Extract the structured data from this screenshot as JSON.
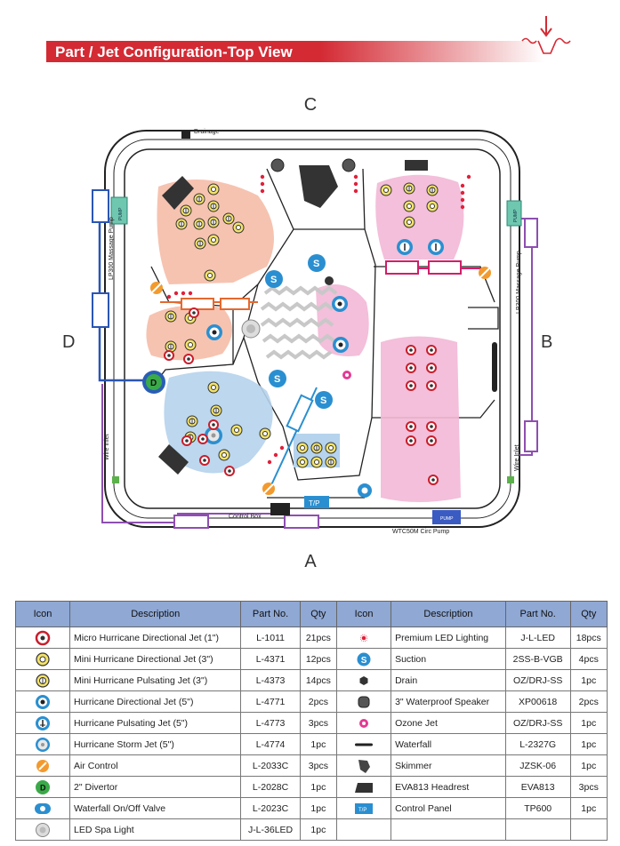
{
  "header": {
    "title": "Part / Jet Configuration-Top View"
  },
  "diagram": {
    "side_a": "A",
    "side_b": "B",
    "side_c": "C",
    "side_d": "D",
    "drainage": "Drainage",
    "lp300_left": "LP300 Massage Pump",
    "lp300_right": "LP300 Massage Pump",
    "pump_label": "PUMP",
    "wire_inlet_left": "Wire Inlet",
    "wire_inlet_right": "Wire Inlet",
    "control_box": "Control Box",
    "circ_pump": "WTC50M Circ Pump",
    "tp_label": "T/P",
    "suction_letter": "S",
    "divertor_letter": "D"
  },
  "table": {
    "headers": [
      "Icon",
      "Description",
      "Part No.",
      "Qty",
      "Icon",
      "Description",
      "Part No.",
      "Qty"
    ],
    "left_rows": [
      {
        "icon": "micro-hurricane-jet-icon",
        "description": "Micro Hurricane Directional Jet (1\")",
        "part": "L-1011",
        "qty": "21pcs"
      },
      {
        "icon": "mini-directional-jet-icon",
        "description": "Mini Hurricane Directional Jet (3\")",
        "part": "L-4371",
        "qty": "12pcs"
      },
      {
        "icon": "mini-pulsating-jet-icon",
        "description": "Mini Hurricane Pulsating Jet (3\")",
        "part": "L-4373",
        "qty": "14pcs"
      },
      {
        "icon": "hurricane-directional-jet-icon",
        "description": "Hurricane Directional Jet (5\")",
        "part": "L-4771",
        "qty": "2pcs"
      },
      {
        "icon": "hurricane-pulsating-jet-icon",
        "description": "Hurricane Pulsating Jet (5\")",
        "part": "L-4773",
        "qty": "3pcs"
      },
      {
        "icon": "hurricane-storm-jet-icon",
        "description": "Hurricane Storm Jet (5\")",
        "part": "L-4774",
        "qty": "1pc"
      },
      {
        "icon": "air-control-icon",
        "description": "Air Control",
        "part": "L-2033C",
        "qty": "3pcs"
      },
      {
        "icon": "divertor-icon",
        "description": "2\" Divertor",
        "part": "L-2028C",
        "qty": "1pc"
      },
      {
        "icon": "waterfall-valve-icon",
        "description": "Waterfall On/Off Valve",
        "part": "L-2023C",
        "qty": "1pc"
      },
      {
        "icon": "led-spa-light-icon",
        "description": "LED Spa Light",
        "part": "J-L-36LED",
        "qty": "1pc"
      }
    ],
    "right_rows": [
      {
        "icon": "led-lighting-icon",
        "description": "Premium LED Lighting",
        "part": "J-L-LED",
        "qty": "18pcs"
      },
      {
        "icon": "suction-icon",
        "description": "Suction",
        "part": "2SS-B-VGB",
        "qty": "4pcs"
      },
      {
        "icon": "drain-icon",
        "description": "Drain",
        "part": "OZ/DRJ-SS",
        "qty": "1pc"
      },
      {
        "icon": "speaker-icon",
        "description": "3\" Waterproof Speaker",
        "part": "XP00618",
        "qty": "2pcs"
      },
      {
        "icon": "ozone-jet-icon",
        "description": "Ozone Jet",
        "part": "OZ/DRJ-SS",
        "qty": "1pc"
      },
      {
        "icon": "waterfall-icon",
        "description": "Waterfall",
        "part": "L-2327G",
        "qty": "1pc"
      },
      {
        "icon": "skimmer-icon",
        "description": "Skimmer",
        "part": "JZSK-06",
        "qty": "1pc"
      },
      {
        "icon": "headrest-icon",
        "description": "EVA813 Headrest",
        "part": "EVA813",
        "qty": "3pcs"
      },
      {
        "icon": "control-panel-icon",
        "description": "Control Panel",
        "part": "TP600",
        "qty": "1pc"
      },
      {
        "icon": "",
        "description": "",
        "part": "",
        "qty": ""
      }
    ]
  },
  "colors": {
    "accent_red": "#d42a34",
    "table_header": "#8fa8d4",
    "zone_salmon": "#f4b9a3",
    "zone_blue": "#b5d3ec",
    "zone_pink": "#f2b8d6",
    "pump_teal": "#6fc7b0",
    "suction_blue": "#2a8fd0",
    "pipe_blue": "#2b55b3",
    "pipe_purple": "#8e4fb0"
  }
}
